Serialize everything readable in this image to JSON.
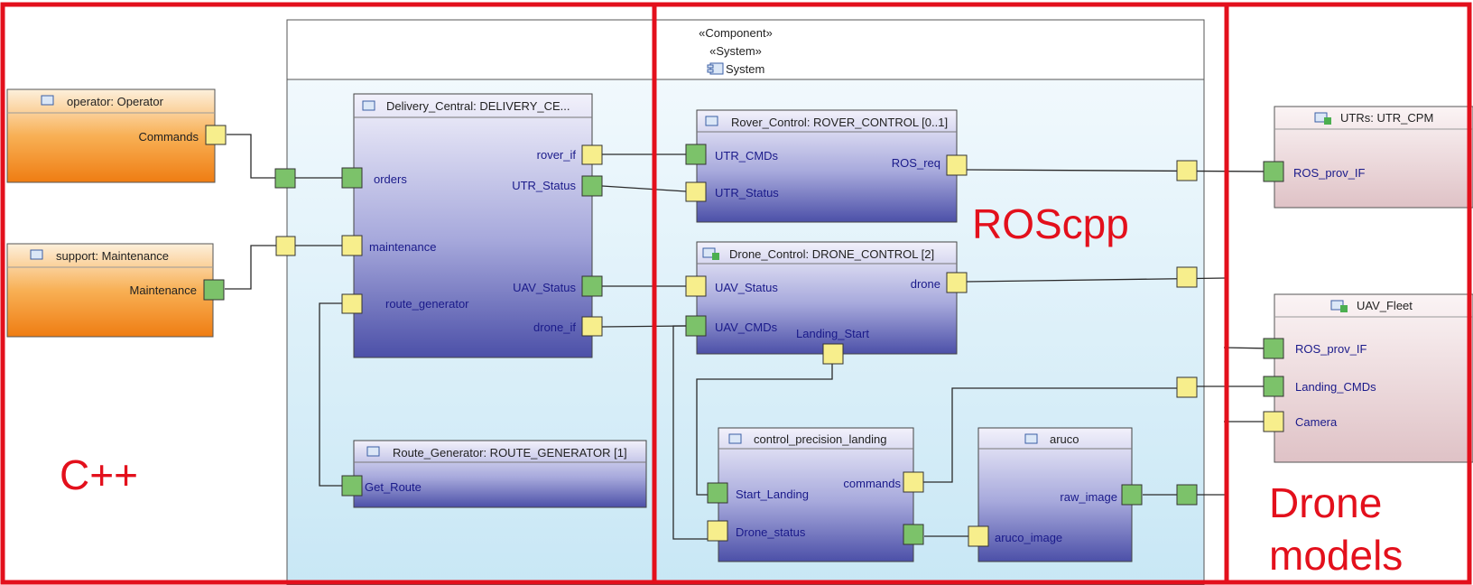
{
  "system": {
    "stereotype1": "«Component»",
    "stereotype2": "«System»",
    "name": "System"
  },
  "region_labels": {
    "cpp": "C++",
    "roscpp": "ROScpp",
    "drone_models_1": "Drone",
    "drone_models_2": "models"
  },
  "operator": {
    "title": "operator: Operator",
    "port": "Commands"
  },
  "support": {
    "title": "support: Maintenance",
    "port": "Maintenance"
  },
  "delivery_central": {
    "title": "Delivery_Central: DELIVERY_CE...",
    "orders": "orders",
    "maintenance": "maintenance",
    "route_generator": "route_generator",
    "rover_if": "rover_if",
    "utr_status": "UTR_Status",
    "uav_status": "UAV_Status",
    "drone_if": "drone_if"
  },
  "route_generator": {
    "title": "Route_Generator: ROUTE_GENERATOR [1]",
    "get_route": "Get_Route"
  },
  "rover_control": {
    "title": "Rover_Control: ROVER_CONTROL [0..1]",
    "utr_cmds": "UTR_CMDs",
    "utr_status": "UTR_Status",
    "ros_req": "ROS_req"
  },
  "drone_control": {
    "title": "Drone_Control: DRONE_CONTROL [2]",
    "uav_status": "UAV_Status",
    "uav_cmds": "UAV_CMDs",
    "landing_start": "Landing_Start",
    "drone": "drone"
  },
  "control_precision_landing": {
    "title": "control_precision_landing",
    "start_landing": "Start_Landing",
    "drone_status": "Drone_status",
    "commands": "commands"
  },
  "aruco": {
    "title": "aruco",
    "raw_image": "raw_image",
    "aruco_image": "aruco_image"
  },
  "utrs": {
    "title": "UTRs: UTR_CPM",
    "ros_prov_if": "ROS_prov_IF"
  },
  "uav_fleet": {
    "title": "UAV_Fleet",
    "ros_prov_if": "ROS_prov_IF",
    "landing_cmds": "Landing_CMDs",
    "camera": "Camera"
  },
  "colors": {
    "region_border": "#e3101c",
    "port_yellow": "#f7ee8c",
    "port_green": "#7cc26a",
    "actor_orange": "#f28a1c",
    "part_blue": "#5a5fb0",
    "external_pink": "#e6cccf"
  }
}
